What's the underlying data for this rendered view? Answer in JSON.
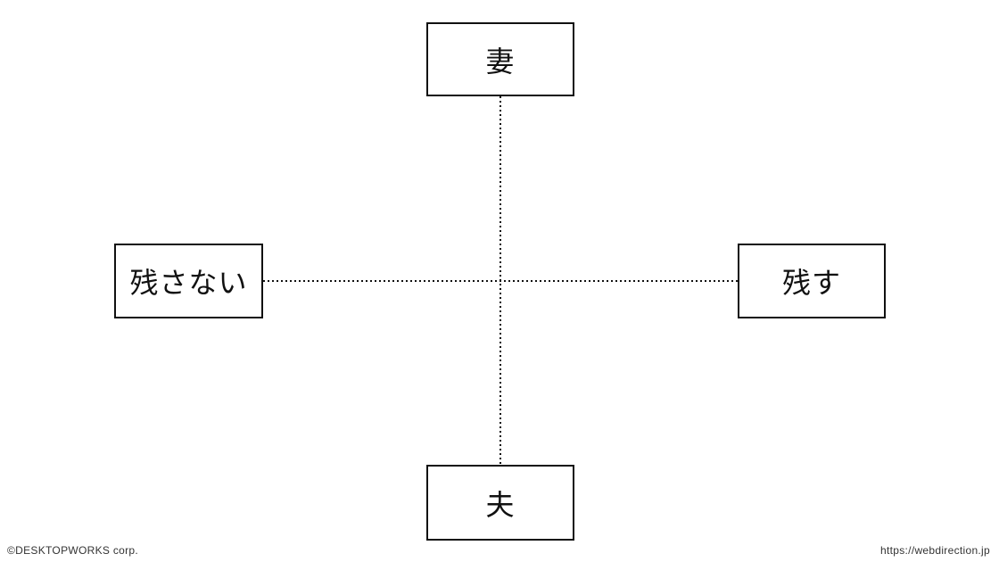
{
  "diagram": {
    "top_label": "妻",
    "bottom_label": "夫",
    "left_label": "残さない",
    "right_label": "残す"
  },
  "footer": {
    "copyright": "©DESKTOPWORKS corp.",
    "url": "https://webdirection.jp"
  },
  "colors": {
    "line": "#111111",
    "background": "#ffffff"
  }
}
